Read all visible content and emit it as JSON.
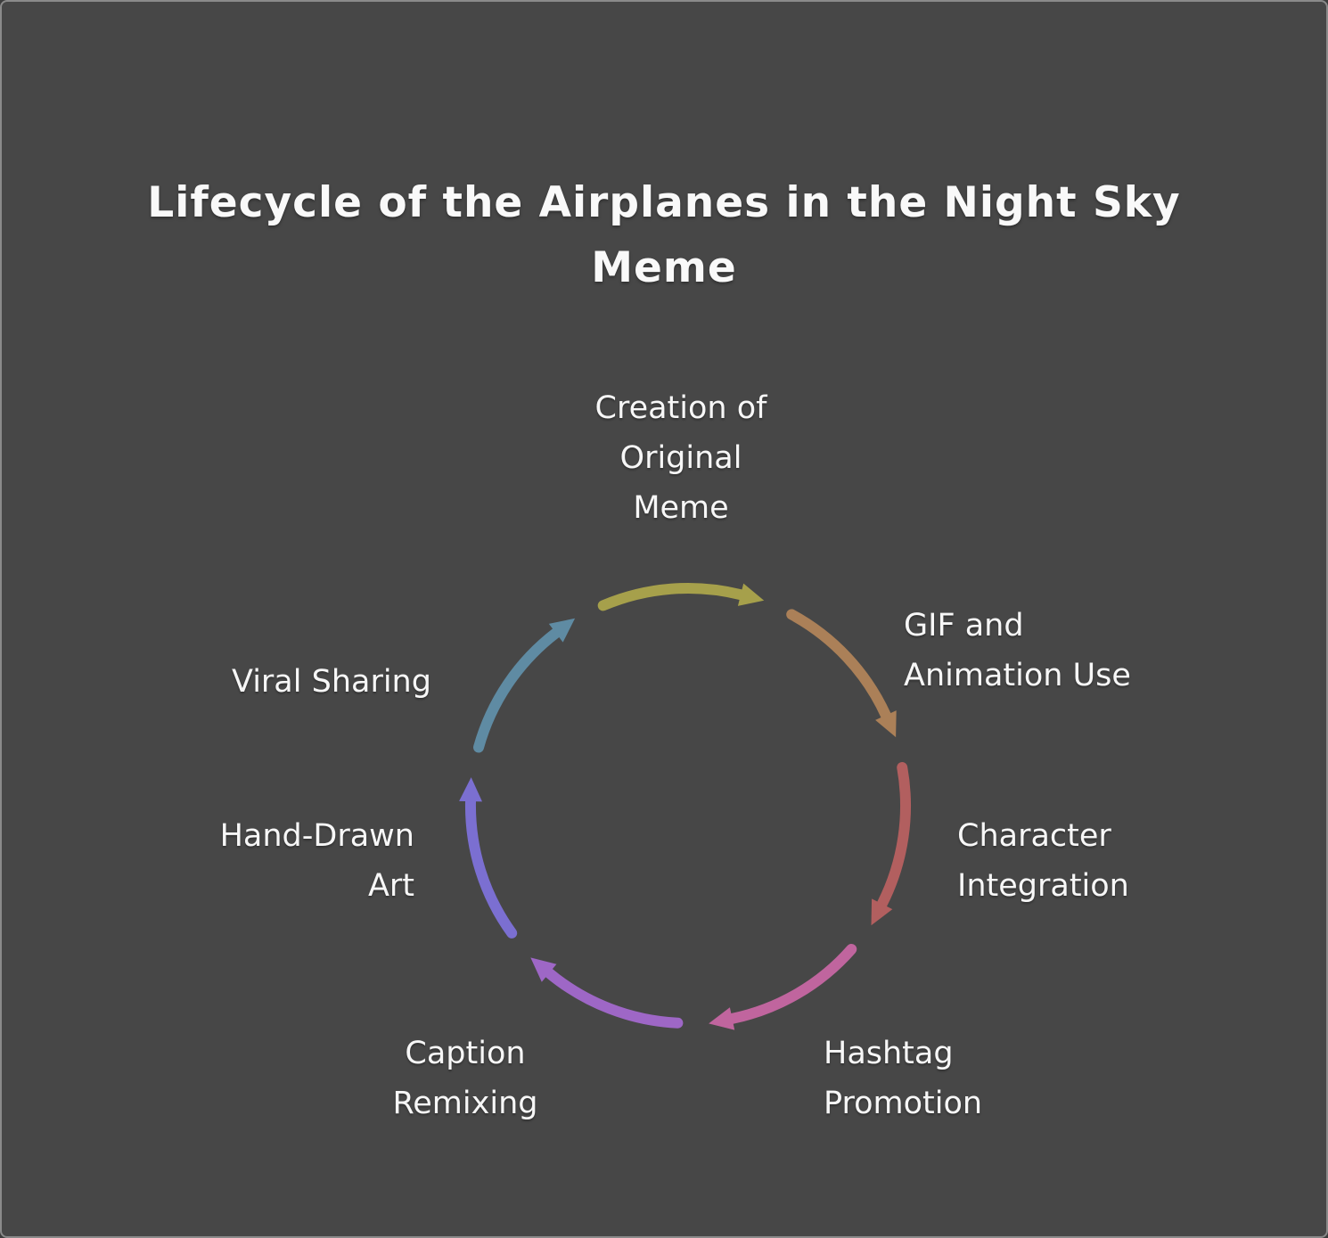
{
  "title": "Lifecycle of the Airplanes in the Night Sky Meme",
  "diagram": {
    "type": "cycle",
    "direction": "clockwise",
    "background_color": "#474747",
    "text_color": "#f7f7f7",
    "steps": [
      {
        "label": "Creation of\nOriginal\nMeme",
        "color": "#a6a04b"
      },
      {
        "label": "GIF and\nAnimation Use",
        "color": "#ab8058"
      },
      {
        "label": "Character\nIntegration",
        "color": "#b25f5f"
      },
      {
        "label": "Hashtag\nPromotion",
        "color": "#c0659e"
      },
      {
        "label": "Caption\nRemixing",
        "color": "#9e67c6"
      },
      {
        "label": "Hand-Drawn\nArt",
        "color": "#7b6fd1"
      },
      {
        "label": "Viral Sharing",
        "color": "#5f8ba3"
      }
    ]
  }
}
